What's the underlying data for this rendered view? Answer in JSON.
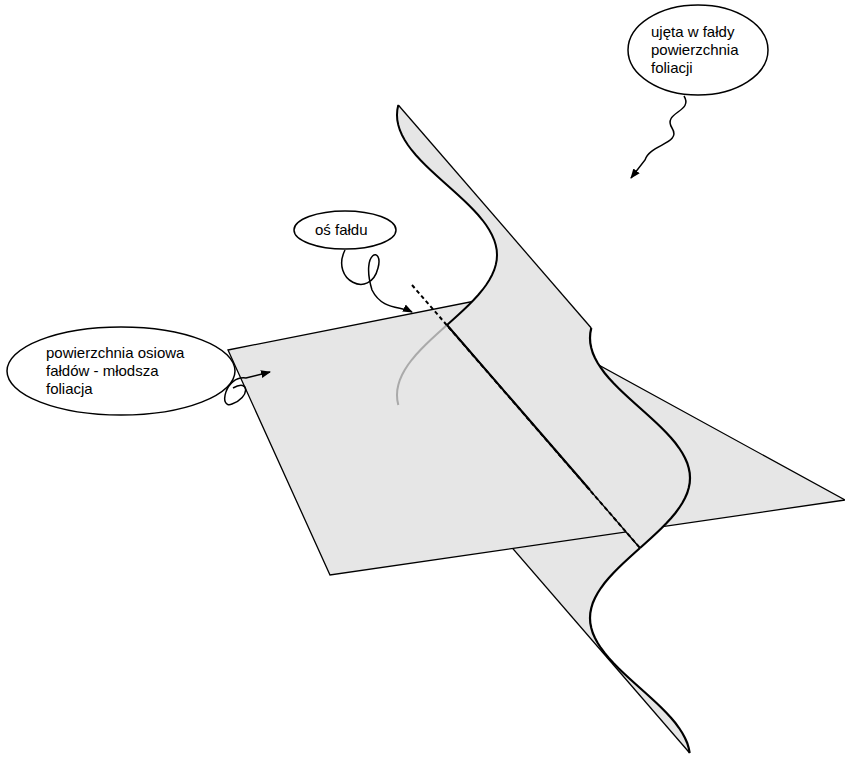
{
  "diagram": {
    "nodes": [
      {
        "text": [
          "ujęta w fałdy powierzchnia foliacji"
        ]
      },
      {
        "text": [
          "oś fałdu"
        ]
      },
      {
        "text": [
          "powierzchnia osiowa fałdów - młodsza foliacja"
        ]
      }
    ]
  }
}
